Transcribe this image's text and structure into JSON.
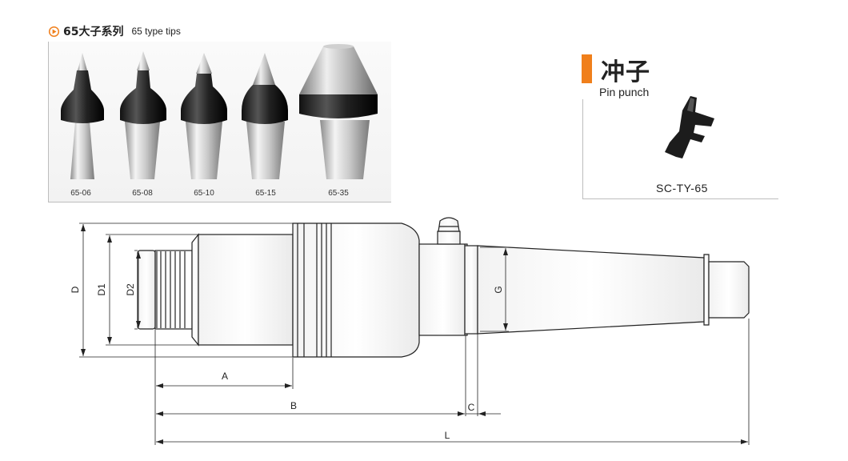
{
  "series": {
    "title_cn": "65大子系列",
    "title_en": "65 type tips",
    "accent_color": "#f07f1b",
    "icon": "play-circle-icon"
  },
  "tips": [
    {
      "label": "65-06"
    },
    {
      "label": "65-08"
    },
    {
      "label": "65-10"
    },
    {
      "label": "65-15"
    },
    {
      "label": "65-35"
    }
  ],
  "punch": {
    "title_cn": "冲子",
    "title_en": "Pin punch",
    "model": "SC-TY-65"
  },
  "drawing": {
    "dims": {
      "D": "D",
      "D1": "D1",
      "D2": "D2",
      "G": "G",
      "A": "A",
      "B": "B",
      "C": "C",
      "L": "L"
    }
  }
}
